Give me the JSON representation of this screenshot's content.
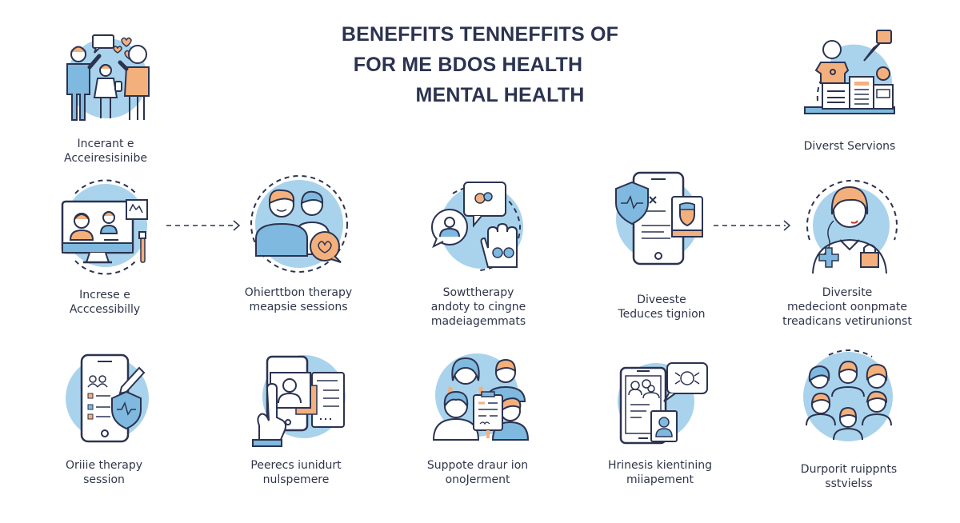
{
  "title": {
    "line1": "BENEFFITS TENNEFFITS OF",
    "line2": "FOR  ME BDOS HEALTH",
    "line3": "MENTAL HEALTH"
  },
  "colors": {
    "light_blue": "#a9d3ec",
    "mid_blue": "#7fb9df",
    "orange": "#f4b07c",
    "outline": "#2b3350",
    "text": "#30364a"
  },
  "items": [
    {
      "id": "family",
      "icon": "family-support-icon",
      "lines": [
        "Incerant e",
        "Acceiresisinibe"
      ]
    },
    {
      "id": "diverse-services",
      "icon": "laptop-services-icon",
      "lines": [
        "Diverst  Servions"
      ]
    },
    {
      "id": "increase-accessibility",
      "icon": "video-call-monitor-icon",
      "lines": [
        "Increse e",
        "Acccessibilly"
      ]
    },
    {
      "id": "therapy-sessions",
      "icon": "couple-therapy-icon",
      "lines": [
        "Ohierttbon therapy",
        "meapsie sessions"
      ]
    },
    {
      "id": "soft-therapy",
      "icon": "chat-hand-icon",
      "lines": [
        "Sowttherapy",
        "andoty to cingne",
        "madeiagemmats"
      ]
    },
    {
      "id": "reduces-stigma",
      "icon": "phone-shield-icon",
      "lines": [
        "Diveeste",
        "Teduces tignion"
      ]
    },
    {
      "id": "diverse-treatment",
      "icon": "counselor-headset-icon",
      "lines": [
        "Diversite",
        "medeciont oonpmate",
        "treadicans vetirunionst"
      ]
    },
    {
      "id": "online-therapy",
      "icon": "phone-checklist-shield-icon",
      "lines": [
        "Oriiie therapy",
        "session"
      ]
    },
    {
      "id": "resources",
      "icon": "hand-phone-profile-icon",
      "lines": [
        "Peerecs iunidurt",
        "nulspemere"
      ]
    },
    {
      "id": "support-enrolment",
      "icon": "group-clipboard-icon",
      "lines": [
        "Suppote draur  ion",
        "onoJerment"
      ]
    },
    {
      "id": "mindfulness",
      "icon": "tablet-chat-icon",
      "lines": [
        "Hrinesis kientining",
        "miiapement"
      ]
    },
    {
      "id": "support-services",
      "icon": "community-group-icon",
      "lines": [
        "Durporit ruippnts",
        "sstvielss"
      ]
    }
  ],
  "arrows": [
    {
      "id": "arrow-1",
      "icon": "dashed-arrow-right-icon"
    },
    {
      "id": "arrow-2",
      "icon": "dashed-arrow-right-icon"
    }
  ]
}
